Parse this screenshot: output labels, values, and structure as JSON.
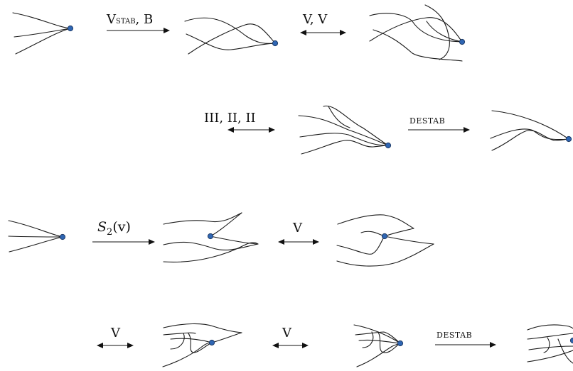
{
  "colors": {
    "vertex_fill": "#2f66b3",
    "stroke": "#1a1a1a"
  },
  "labels": {
    "vstab_b_v": "V",
    "vstab_b_stab": "stab",
    "vstab_b_rest": ", B",
    "vv": "V, V",
    "iii_ii_ii": "III, II, II",
    "destab_1": "destab",
    "s2v_s": "S",
    "s2v_sub": "2",
    "s2v_arg": "(v)",
    "v_row3": "V",
    "v_row4a": "V",
    "v_row4b": "V",
    "destab_2": "destab"
  }
}
